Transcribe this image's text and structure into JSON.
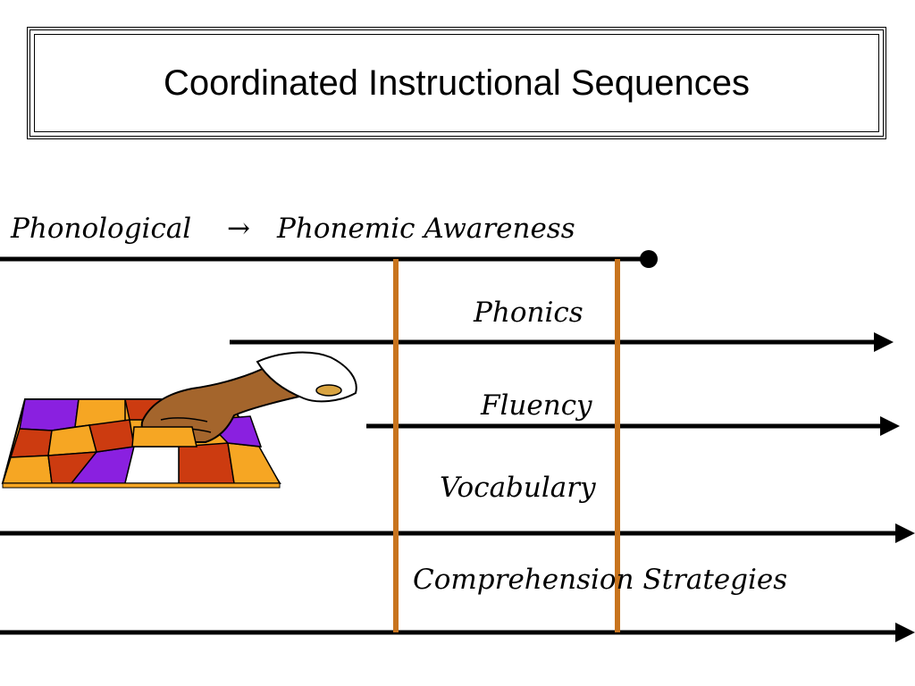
{
  "title": "Coordinated Instructional Sequences",
  "labels": {
    "phonological": "Phonological",
    "arrow_glyph": "→",
    "phonemic_awareness": "Phonemic Awareness",
    "phonics": "Phonics",
    "fluency": "Fluency",
    "vocabulary": "Vocabulary",
    "comprehension": "Comprehension Strategies"
  },
  "colors": {
    "line": "#000000",
    "marker": "#c8741e",
    "puzzle_purple": "#8a20e0",
    "puzzle_orange": "#f6a623",
    "puzzle_red": "#cc3b10",
    "hand": "#a4652c"
  },
  "illustration": "hand-placing-puzzle-piece"
}
